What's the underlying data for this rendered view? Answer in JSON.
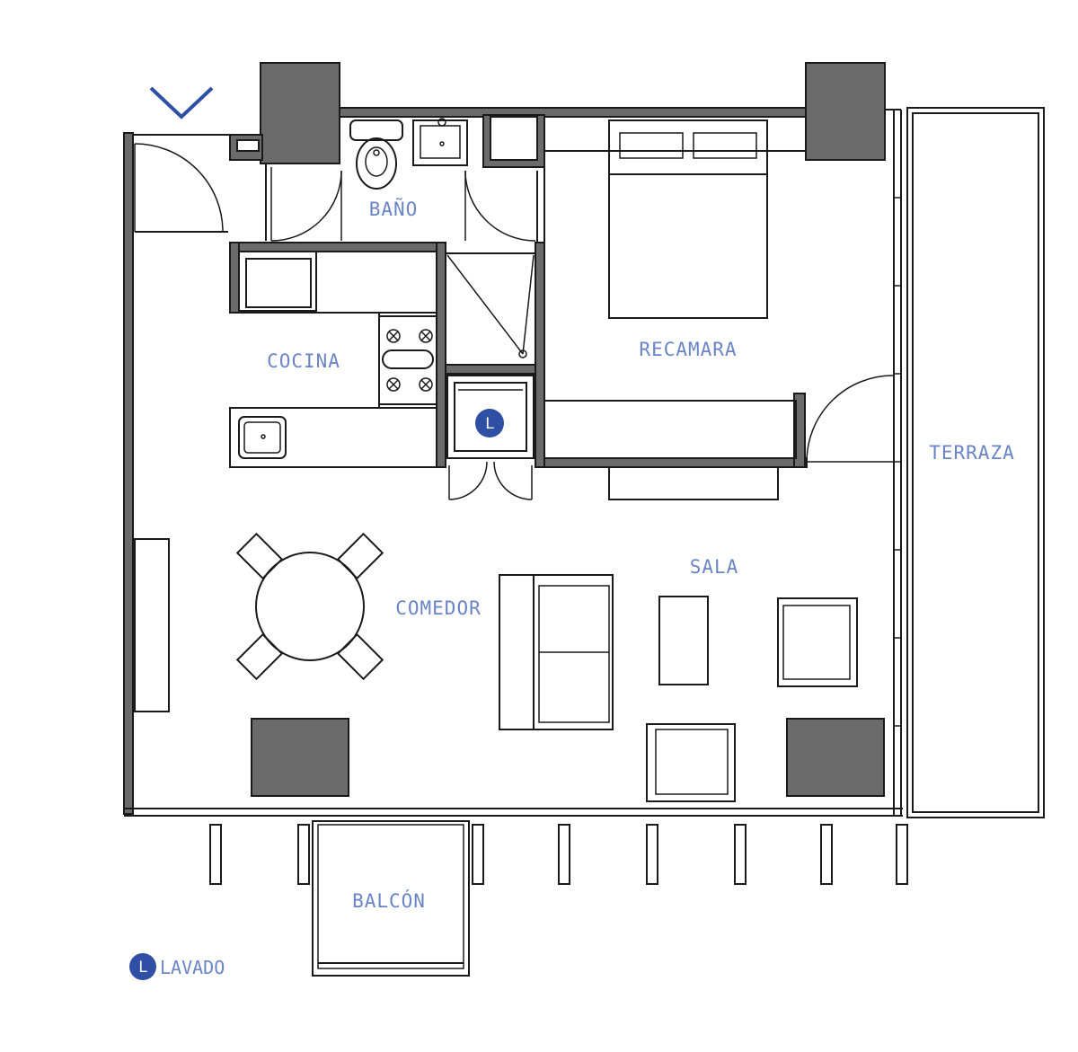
{
  "rooms": {
    "bano": "BAÑO",
    "cocina": "COCINA",
    "recamara": "RECAMARA",
    "terraza": "TERRAZA",
    "sala": "SALA",
    "comedor": "COMEDOR",
    "balcon": "BALCÓN"
  },
  "legend": {
    "badge_letter": "L",
    "label": "LAVADO"
  },
  "colors": {
    "label_blue": "#6a84c6",
    "badge_blue": "#2e4fa3",
    "wall_gray": "#6b6b6b",
    "north_arrow": "#2e4fa3"
  },
  "icons": [
    "north-arrow-icon",
    "laundry-badge-icon"
  ]
}
